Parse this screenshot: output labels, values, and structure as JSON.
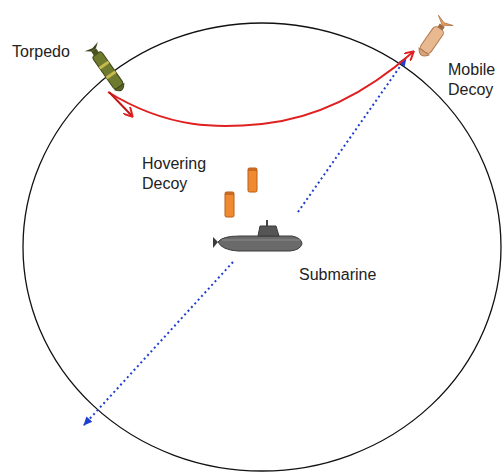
{
  "diagram": {
    "labels": [
      "Torpedo",
      "Mobile Decoy",
      "Hovering Decoy",
      "Submarine"
    ]
  }
}
